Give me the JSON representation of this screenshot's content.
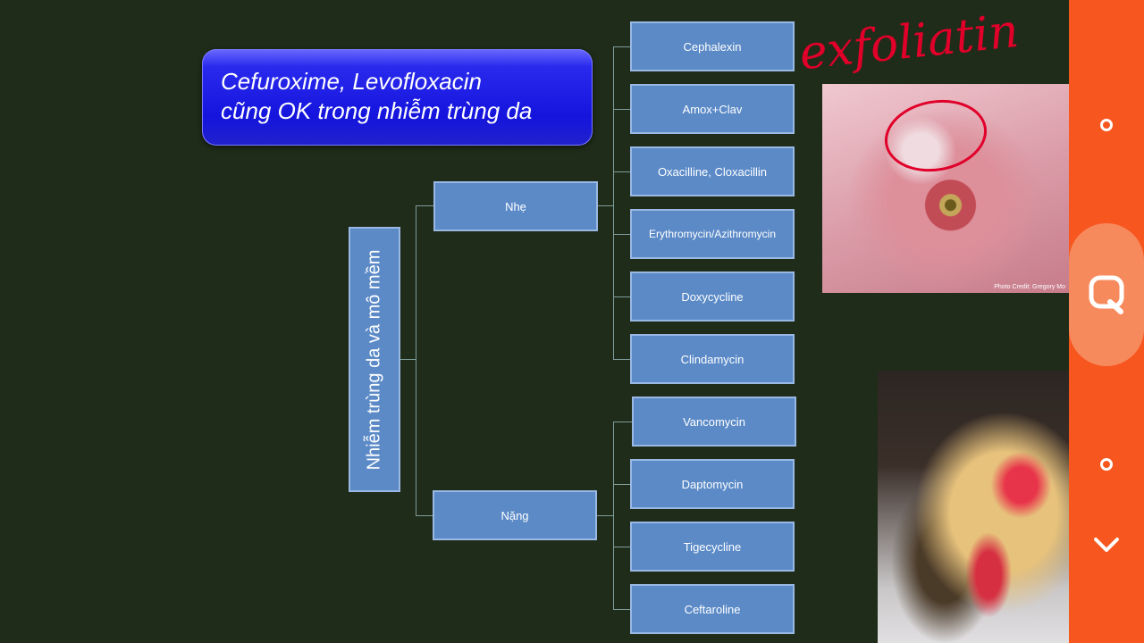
{
  "slide": {
    "callout": {
      "line1": "Cefuroxime, Levofloxacin",
      "line2": "cũng OK trong nhiễm trùng da"
    },
    "root": "Nhiễm trùng da và mô mềm",
    "mild": {
      "label": "Nhẹ",
      "drugs": [
        "Cephalexin",
        "Amox+Clav",
        "Oxacilline, Cloxacillin",
        "Erythromycin/Azithromycin",
        "Doxycycline",
        "Clindamycin"
      ]
    },
    "severe": {
      "label": "Nặng",
      "drugs": [
        "Vancomycin",
        "Daptomycin",
        "Tigecycline",
        "Ceftaroline"
      ]
    },
    "annotation": "exfoliatin",
    "photo_credit": "Photo Credit: Gregory Mo"
  },
  "colors": {
    "background": "#1f2c19",
    "node_fill": "#5b8ac7",
    "node_border": "#9ab8e4",
    "callout": "#1414dd",
    "navbar": "#f7561f",
    "ink": "#e0002a"
  },
  "navbar": {
    "icons": [
      "circle-icon",
      "search-icon",
      "circle-icon",
      "chevron-down-icon"
    ]
  }
}
